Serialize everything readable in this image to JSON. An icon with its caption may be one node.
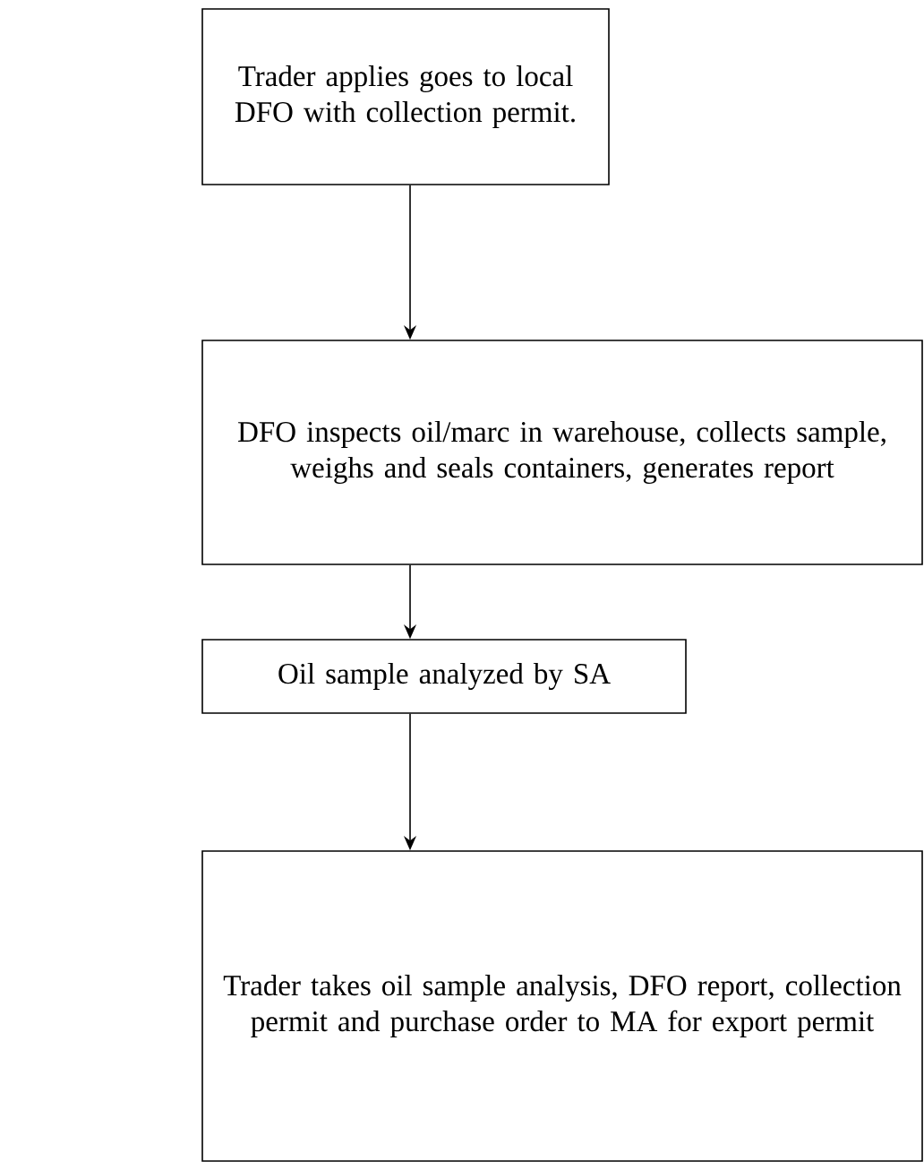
{
  "diagram": {
    "nodes": [
      {
        "text": [
          "Trader applies goes to local DFO with collection permit."
        ]
      },
      {
        "text": [
          "DFO inspects oil/marc in warehouse, collects sample, weighs and seals containers, generates report"
        ]
      },
      {
        "text": [
          "Oil sample analyzed by SA"
        ]
      },
      {
        "text": [
          "Trader takes oil sample analysis, DFO report, collection permit and purchase order to MA for export permit"
        ]
      }
    ],
    "edges": [
      {
        "from": 0,
        "to": 1,
        "arrow": "to"
      },
      {
        "from": 1,
        "to": 2,
        "arrow": "to"
      },
      {
        "from": 2,
        "to": 3,
        "arrow": "to"
      }
    ]
  }
}
